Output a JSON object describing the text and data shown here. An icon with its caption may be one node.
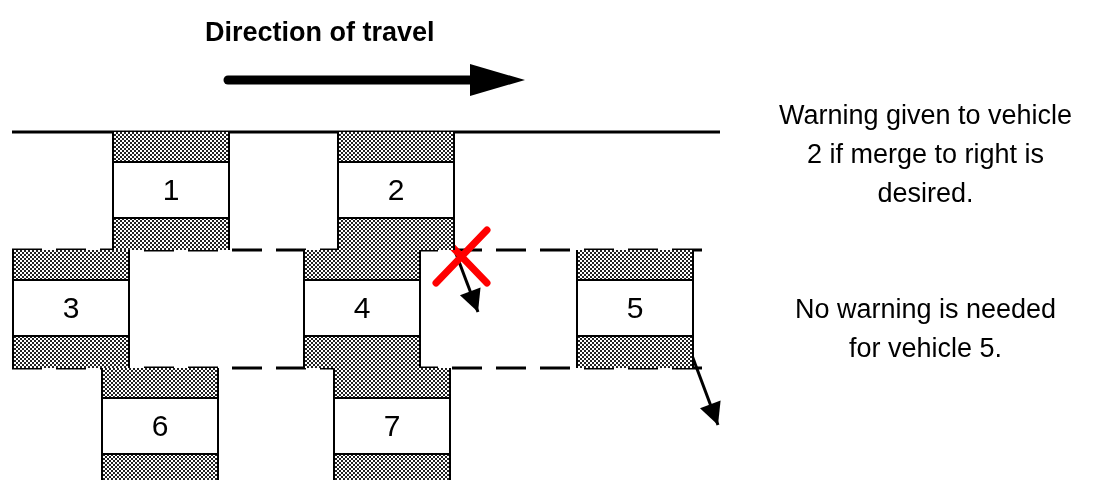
{
  "diagram": {
    "title": "Direction of travel",
    "nodes": [
      {
        "text": [
          "1"
        ]
      },
      {
        "text": [
          "2"
        ]
      },
      {
        "text": [
          "3"
        ]
      },
      {
        "text": [
          "4"
        ]
      },
      {
        "text": [
          "5"
        ]
      },
      {
        "text": [
          "6"
        ]
      },
      {
        "text": [
          "7"
        ]
      }
    ],
    "edges": [
      {
        "from": 1,
        "to": null,
        "arrow": "to"
      },
      {
        "from": 4,
        "to": null,
        "arrow": "to"
      }
    ],
    "labels": [
      "Warning given to vehicle 2 if merge to right is desired.",
      "No warning is needed for vehicle 5."
    ]
  }
}
